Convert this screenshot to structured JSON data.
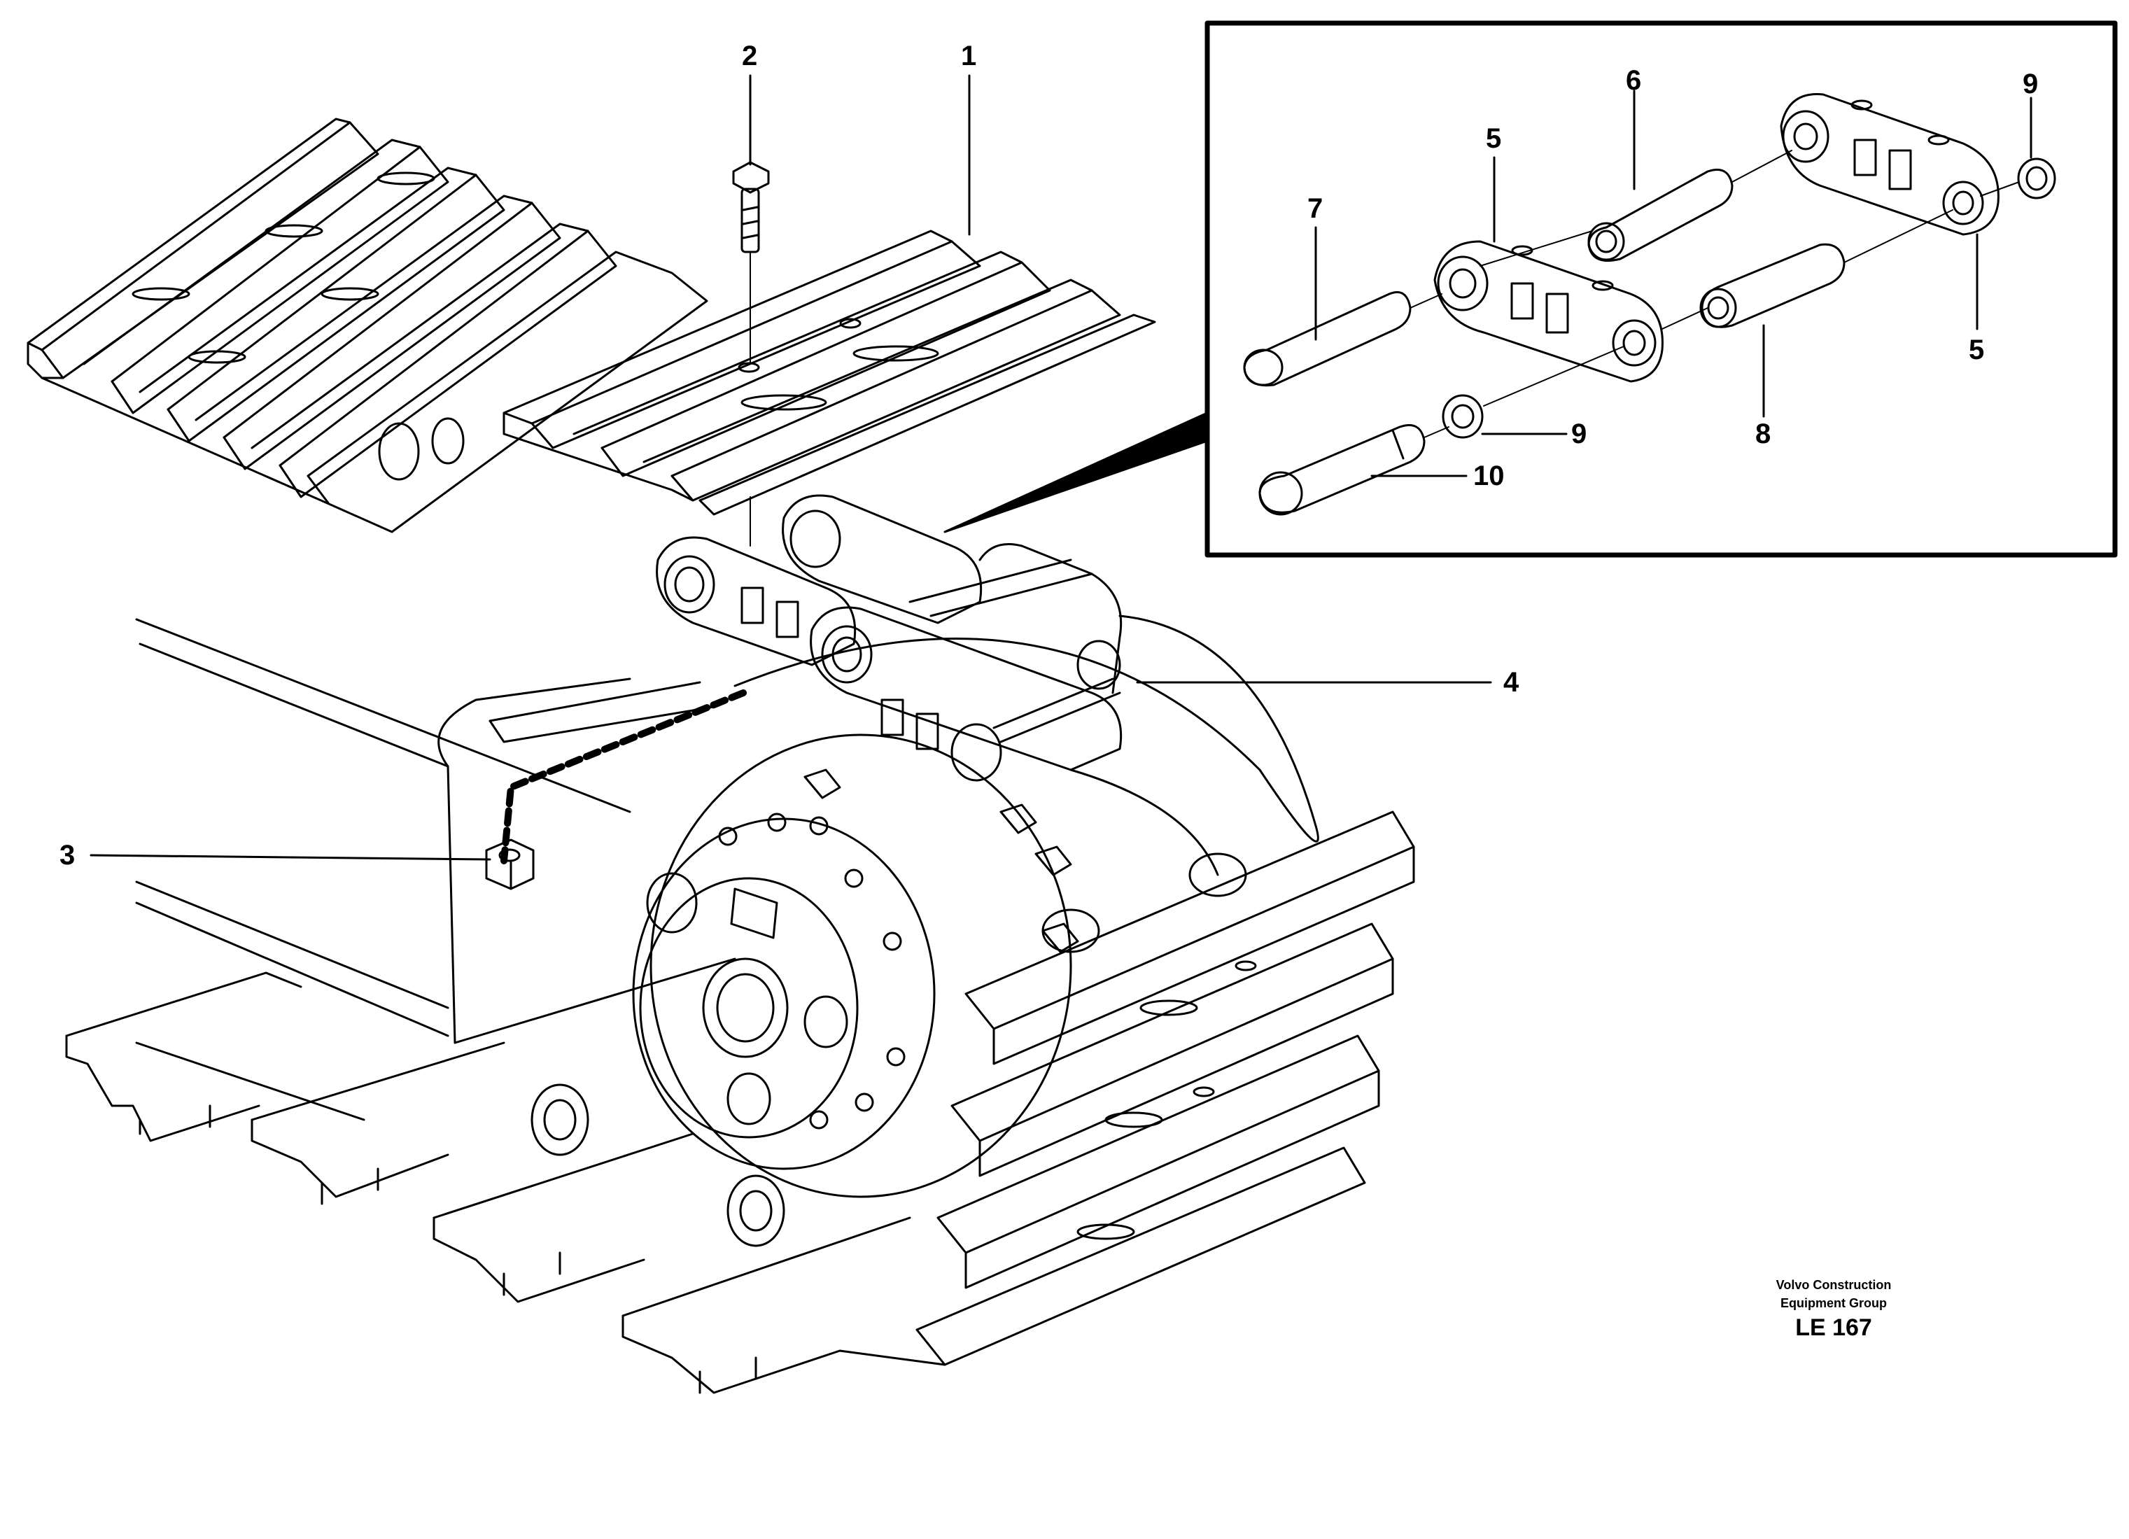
{
  "callouts": {
    "c1": "1",
    "c2": "2",
    "c3": "3",
    "c4": "4",
    "c5_top": "5",
    "c5_right": "5",
    "c6": "6",
    "c7": "7",
    "c8": "8",
    "c9_top": "9",
    "c9_mid": "9",
    "c10": "10"
  },
  "credit": {
    "line1": "Volvo Construction",
    "line2": "Equipment Group",
    "code": "LE 167"
  }
}
